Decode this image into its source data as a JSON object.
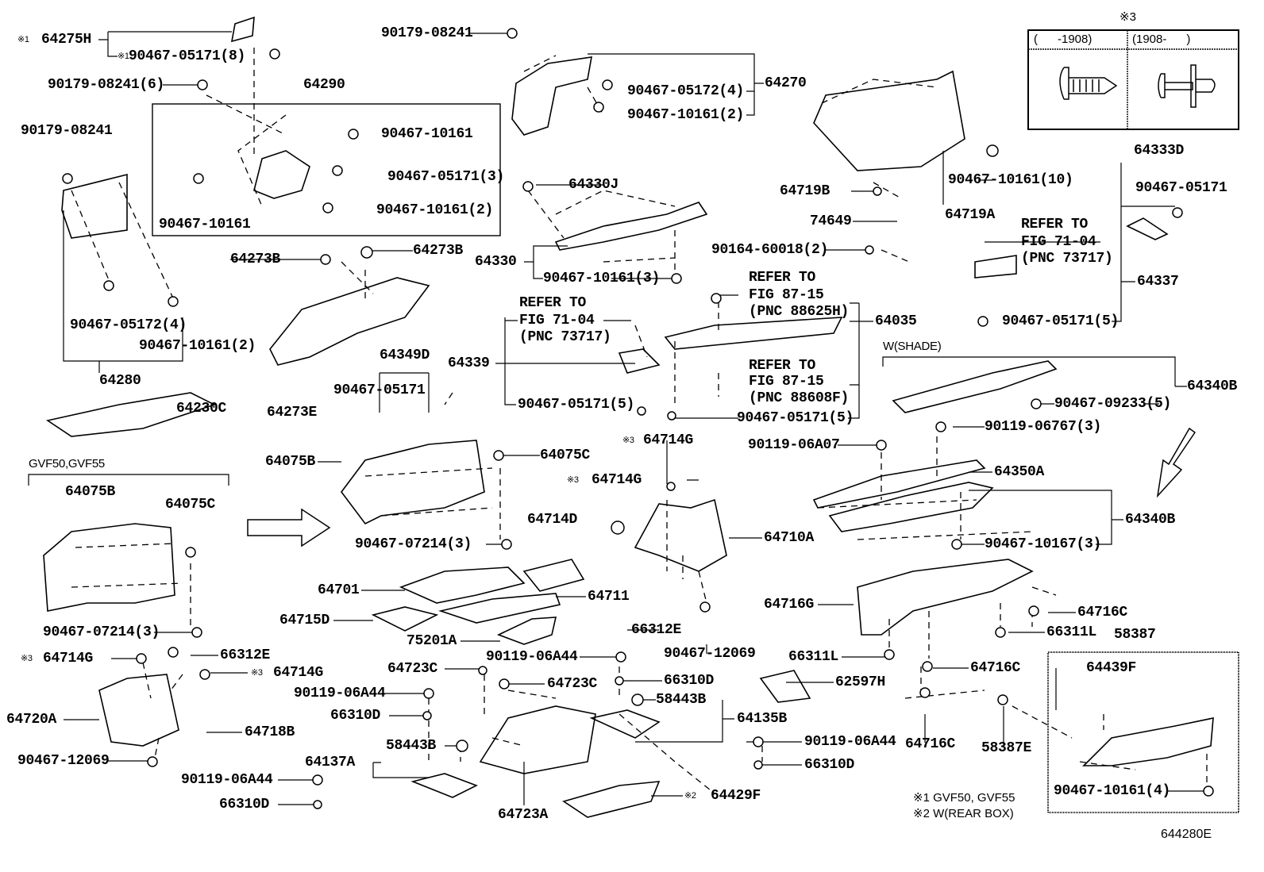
{
  "diagram_code": "644280E",
  "legend": {
    "mark": "※3",
    "col_before": "(      -1908)",
    "col_after": "(1908-      )"
  },
  "notes": [
    "※1 GVF50, GVF55",
    "※2 W(REAR BOX)"
  ],
  "callouts": [
    "※1",
    "64275H",
    "※1",
    "90467-05171(8)",
    "90179-08241(6)",
    "64290",
    "90179-08241",
    "90467-10161",
    "90467-05171(3)",
    "90467-10161(2)",
    "90467-10161",
    "90179-08241",
    "90467-05172(4)",
    "64270",
    "90467-10161(2)",
    "64330J",
    "64330",
    "90467-10161(3)",
    "64719B",
    "90467-10161(10)",
    "64719A",
    "74649",
    "90164-60018(2)",
    "64333D",
    "90467-05171",
    "REFER TO",
    "FIG 71-04",
    "(PNC 73717)",
    "64337",
    "90467-05171(5)",
    "64273B",
    "64273B",
    "64273E",
    "64349D",
    "90467-05171",
    "64280",
    "90467-05172(4)",
    "90467-10161(2)",
    "64230C",
    "REFER TO",
    "FIG 71-04",
    "(PNC 73717)",
    "64339",
    "90467-05171(5)",
    "REFER TO",
    "FIG 87-15",
    "(PNC 88625H)",
    "64035",
    "REFER TO",
    "FIG 87-15",
    "(PNC 88608F)",
    "90467-05171(5)",
    "W(SHADE)",
    "64340B",
    "90467-09233(5)",
    "90119-06767(3)",
    "90119-06A07",
    "64350A",
    "64340B",
    "90467-10167(3)",
    "GVF50,GVF55",
    "64075B",
    "64075C",
    "64075B",
    "64075C",
    "※3",
    "64714G",
    "※3",
    "64714G",
    "64714D",
    "64710A",
    "90467-07214(3)",
    "64701",
    "64711",
    "64715D",
    "75201A",
    "66312E",
    "90467-12069",
    "64716G",
    "64716C",
    "66311L",
    "58387",
    "66311L",
    "64716C",
    "64439F",
    "62597H",
    "64716C",
    "58387E",
    "90467-07214(3)",
    "※3",
    "64714G",
    "66312E",
    "※3",
    "64714G",
    "64720A",
    "64718B",
    "90467-12069",
    "64723C",
    "90119-06A44",
    "64723C",
    "66310D",
    "90119-06A44",
    "58443B",
    "66310D",
    "64135B",
    "58443B",
    "90119-06A44",
    "64137A",
    "66310D",
    "90119-06A44",
    "66310D",
    "※2",
    "64429F",
    "64723A",
    "90467-10161(4)"
  ]
}
